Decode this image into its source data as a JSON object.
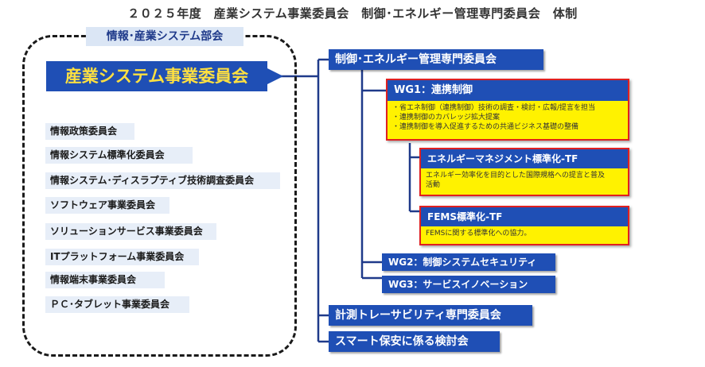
{
  "title": "２０２５年度　産業システム事業委員会　制御･エネルギー管理専門委員会　体制",
  "department": "情報･産業システム部会",
  "main_committee": "産業システム事業委員会",
  "sub_committees": [
    "情報政策委員会",
    "情報システム標準化委員会",
    "情報システム･ディスラプティブ技術調査委員会",
    "ソフトウェア事業委員会",
    "ソリューションサービス事業委員会",
    "ITプラットフォーム事業委員会",
    "情報端末事業委員会",
    "ＰＣ･タブレット事業委員会"
  ],
  "control_committee": "制御･エネルギー管理専門委員会",
  "wg1": {
    "title": "WG1：連携制御",
    "desc": [
      "・省エネ制御（連携制御）技術の調査・検討・広報/提言を担当",
      "・連携制御のカバレッジ拡大提案",
      "・連携制御を導入促進するための共通ビジネス基礎の整備"
    ]
  },
  "tf_energy": {
    "title": "エネルギーマネジメント標準化-TF",
    "desc": [
      "エネルギー効率化を目的とした国際規格への提言と普及",
      "活動"
    ]
  },
  "tf_fems": {
    "title": "FEMS標準化-TF",
    "desc": [
      "FEMSに関する標準化への協力。"
    ]
  },
  "wg2": "WG2：制御システムセキュリティ",
  "wg3": "WG3：サービスイノベーション",
  "measurement_committee": "計測トレーサビリティ専門委員会",
  "smart_security": "スマート保安に係る検討会",
  "colors": {
    "box_blue": "#1f4fb5",
    "highlight_yellow": "#fff200",
    "main_text_yellow": "#ffe040",
    "frame_red": "#e02020",
    "sub_bg": "#e7eef8",
    "connector": "#1f3a8a"
  }
}
